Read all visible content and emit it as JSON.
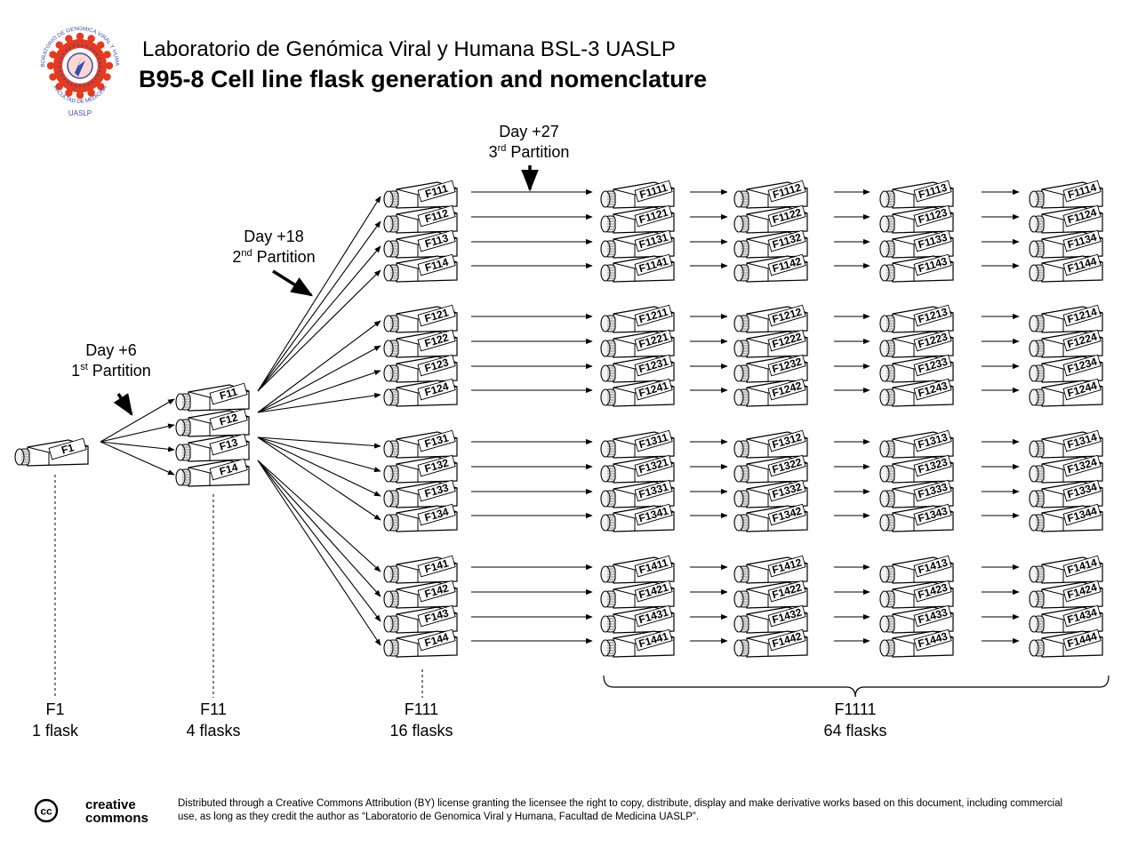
{
  "logo": {
    "ring_text": "LABORATORIO DE GENOMICA VIRAL Y HUMANA",
    "bottom_text": "FACULTAD DE MEDICINA",
    "acronym": "UASLP"
  },
  "header": {
    "lab_name": "Laboratorio de Genómica Viral y Humana BSL-3 UASLP",
    "title": "B95-8 Cell line flask generation and nomenclature"
  },
  "partitions": [
    {
      "day": "Day +6",
      "ordinal": "1",
      "suffix": "st",
      "label": "Partition"
    },
    {
      "day": "Day +18",
      "ordinal": "2",
      "suffix": "nd",
      "label": "Partition"
    },
    {
      "day": "Day +27",
      "ordinal": "3",
      "suffix": "rd",
      "label": "Partition"
    }
  ],
  "generations": [
    {
      "label": "F1",
      "count": "1 flask",
      "flasks": [
        "F1"
      ]
    },
    {
      "label": "F11",
      "count": "4 flasks",
      "flasks": [
        "F11",
        "F12",
        "F13",
        "F14"
      ]
    },
    {
      "label": "F111",
      "count": "16 flasks",
      "flasks": [
        "F111",
        "F112",
        "F113",
        "F114",
        "F121",
        "F122",
        "F123",
        "F124",
        "F131",
        "F132",
        "F133",
        "F134",
        "F141",
        "F142",
        "F143",
        "F144"
      ]
    },
    {
      "label": "F1111",
      "count": "64 flasks",
      "flasks": [
        "F1111",
        "F1121",
        "F1131",
        "F1141",
        "F1211",
        "F1221",
        "F1231",
        "F1241",
        "F1311",
        "F1321",
        "F1331",
        "F1341",
        "F1411",
        "F1421",
        "F1431",
        "F1441",
        "F1112",
        "F1122",
        "F1132",
        "F1142",
        "F1212",
        "F1222",
        "F1232",
        "F1242",
        "F1312",
        "F1322",
        "F1332",
        "F1342",
        "F1412",
        "F1422",
        "F1432",
        "F1442",
        "F1113",
        "F1123",
        "F1133",
        "F1143",
        "F1213",
        "F1223",
        "F1233",
        "F1243",
        "F1313",
        "F1323",
        "F1333",
        "F1343",
        "F1413",
        "F1423",
        "F1433",
        "F1443",
        "F1114",
        "F1124",
        "F1134",
        "F1144",
        "F1214",
        "F1224",
        "F1234",
        "F1244",
        "F1314",
        "F1324",
        "F1334",
        "F1344",
        "F1414",
        "F1424",
        "F1434",
        "F1444"
      ]
    }
  ],
  "license": {
    "brand_line1": "creative",
    "brand_line2": "commons",
    "badge": "cc",
    "text": "Distributed through a Creative Commons Attribution (BY) license granting the licensee the right to copy, distribute, display and make derivative works based on this document, including commercial use, as long as they credit the author as “Laboratorio de Genomica Viral y Humana, Facultad de Medicina UASLP”."
  },
  "colors": {
    "logo_red": "#e63a1e",
    "logo_blue": "#3a4bb0",
    "ink": "#000000"
  }
}
